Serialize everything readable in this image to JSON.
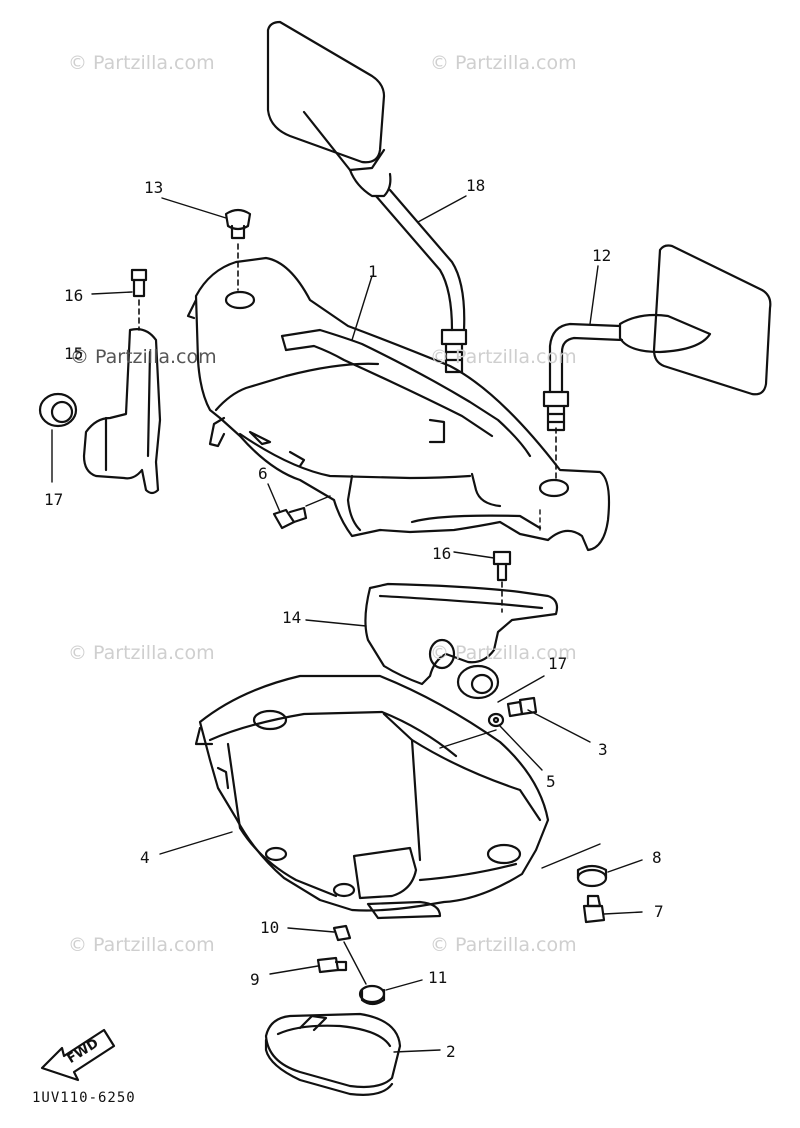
{
  "watermark": {
    "text": "© Partzilla.com"
  },
  "callouts": {
    "c1": "1",
    "c2": "2",
    "c3": "3",
    "c4": "4",
    "c5": "5",
    "c6": "6",
    "c7": "7",
    "c8": "8",
    "c9": "9",
    "c10": "10",
    "c11": "11",
    "c12": "12",
    "c13": "13",
    "c14": "14",
    "c15": "15",
    "c16a": "16",
    "c16b": "16",
    "c17a": "17",
    "c17b": "17",
    "c18": "18"
  },
  "fwd_label": "FWD",
  "diagram_code": "1UV110-6250",
  "colors": {
    "line": "#111111",
    "watermark": "#cfcfcf"
  }
}
